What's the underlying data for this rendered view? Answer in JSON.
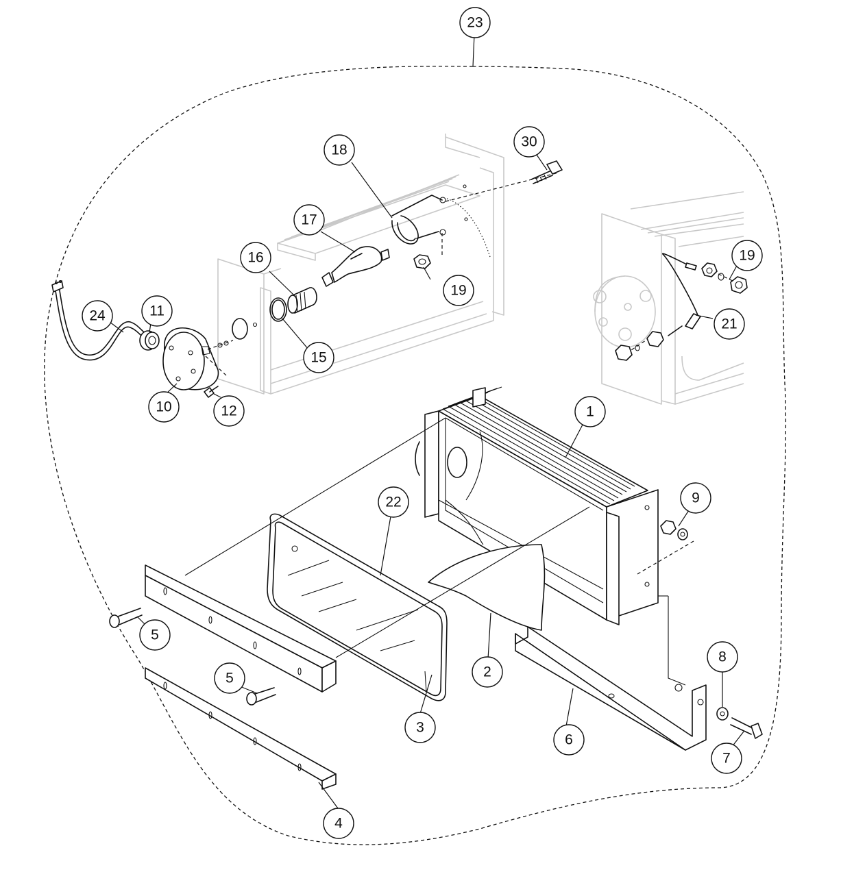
{
  "callouts": [
    {
      "id": "23",
      "label": "23"
    },
    {
      "id": "18",
      "label": "18"
    },
    {
      "id": "30",
      "label": "30"
    },
    {
      "id": "17",
      "label": "17"
    },
    {
      "id": "16",
      "label": "16"
    },
    {
      "id": "19a",
      "label": "19"
    },
    {
      "id": "19b",
      "label": "19"
    },
    {
      "id": "11",
      "label": "11"
    },
    {
      "id": "24",
      "label": "24"
    },
    {
      "id": "15",
      "label": "15"
    },
    {
      "id": "21",
      "label": "21"
    },
    {
      "id": "10",
      "label": "10"
    },
    {
      "id": "12",
      "label": "12"
    },
    {
      "id": "1",
      "label": "1"
    },
    {
      "id": "22",
      "label": "22"
    },
    {
      "id": "9",
      "label": "9"
    },
    {
      "id": "5a",
      "label": "5"
    },
    {
      "id": "5b",
      "label": "5"
    },
    {
      "id": "2",
      "label": "2"
    },
    {
      "id": "8",
      "label": "8"
    },
    {
      "id": "3",
      "label": "3"
    },
    {
      "id": "6",
      "label": "6"
    },
    {
      "id": "7",
      "label": "7"
    },
    {
      "id": "4",
      "label": "4"
    }
  ]
}
